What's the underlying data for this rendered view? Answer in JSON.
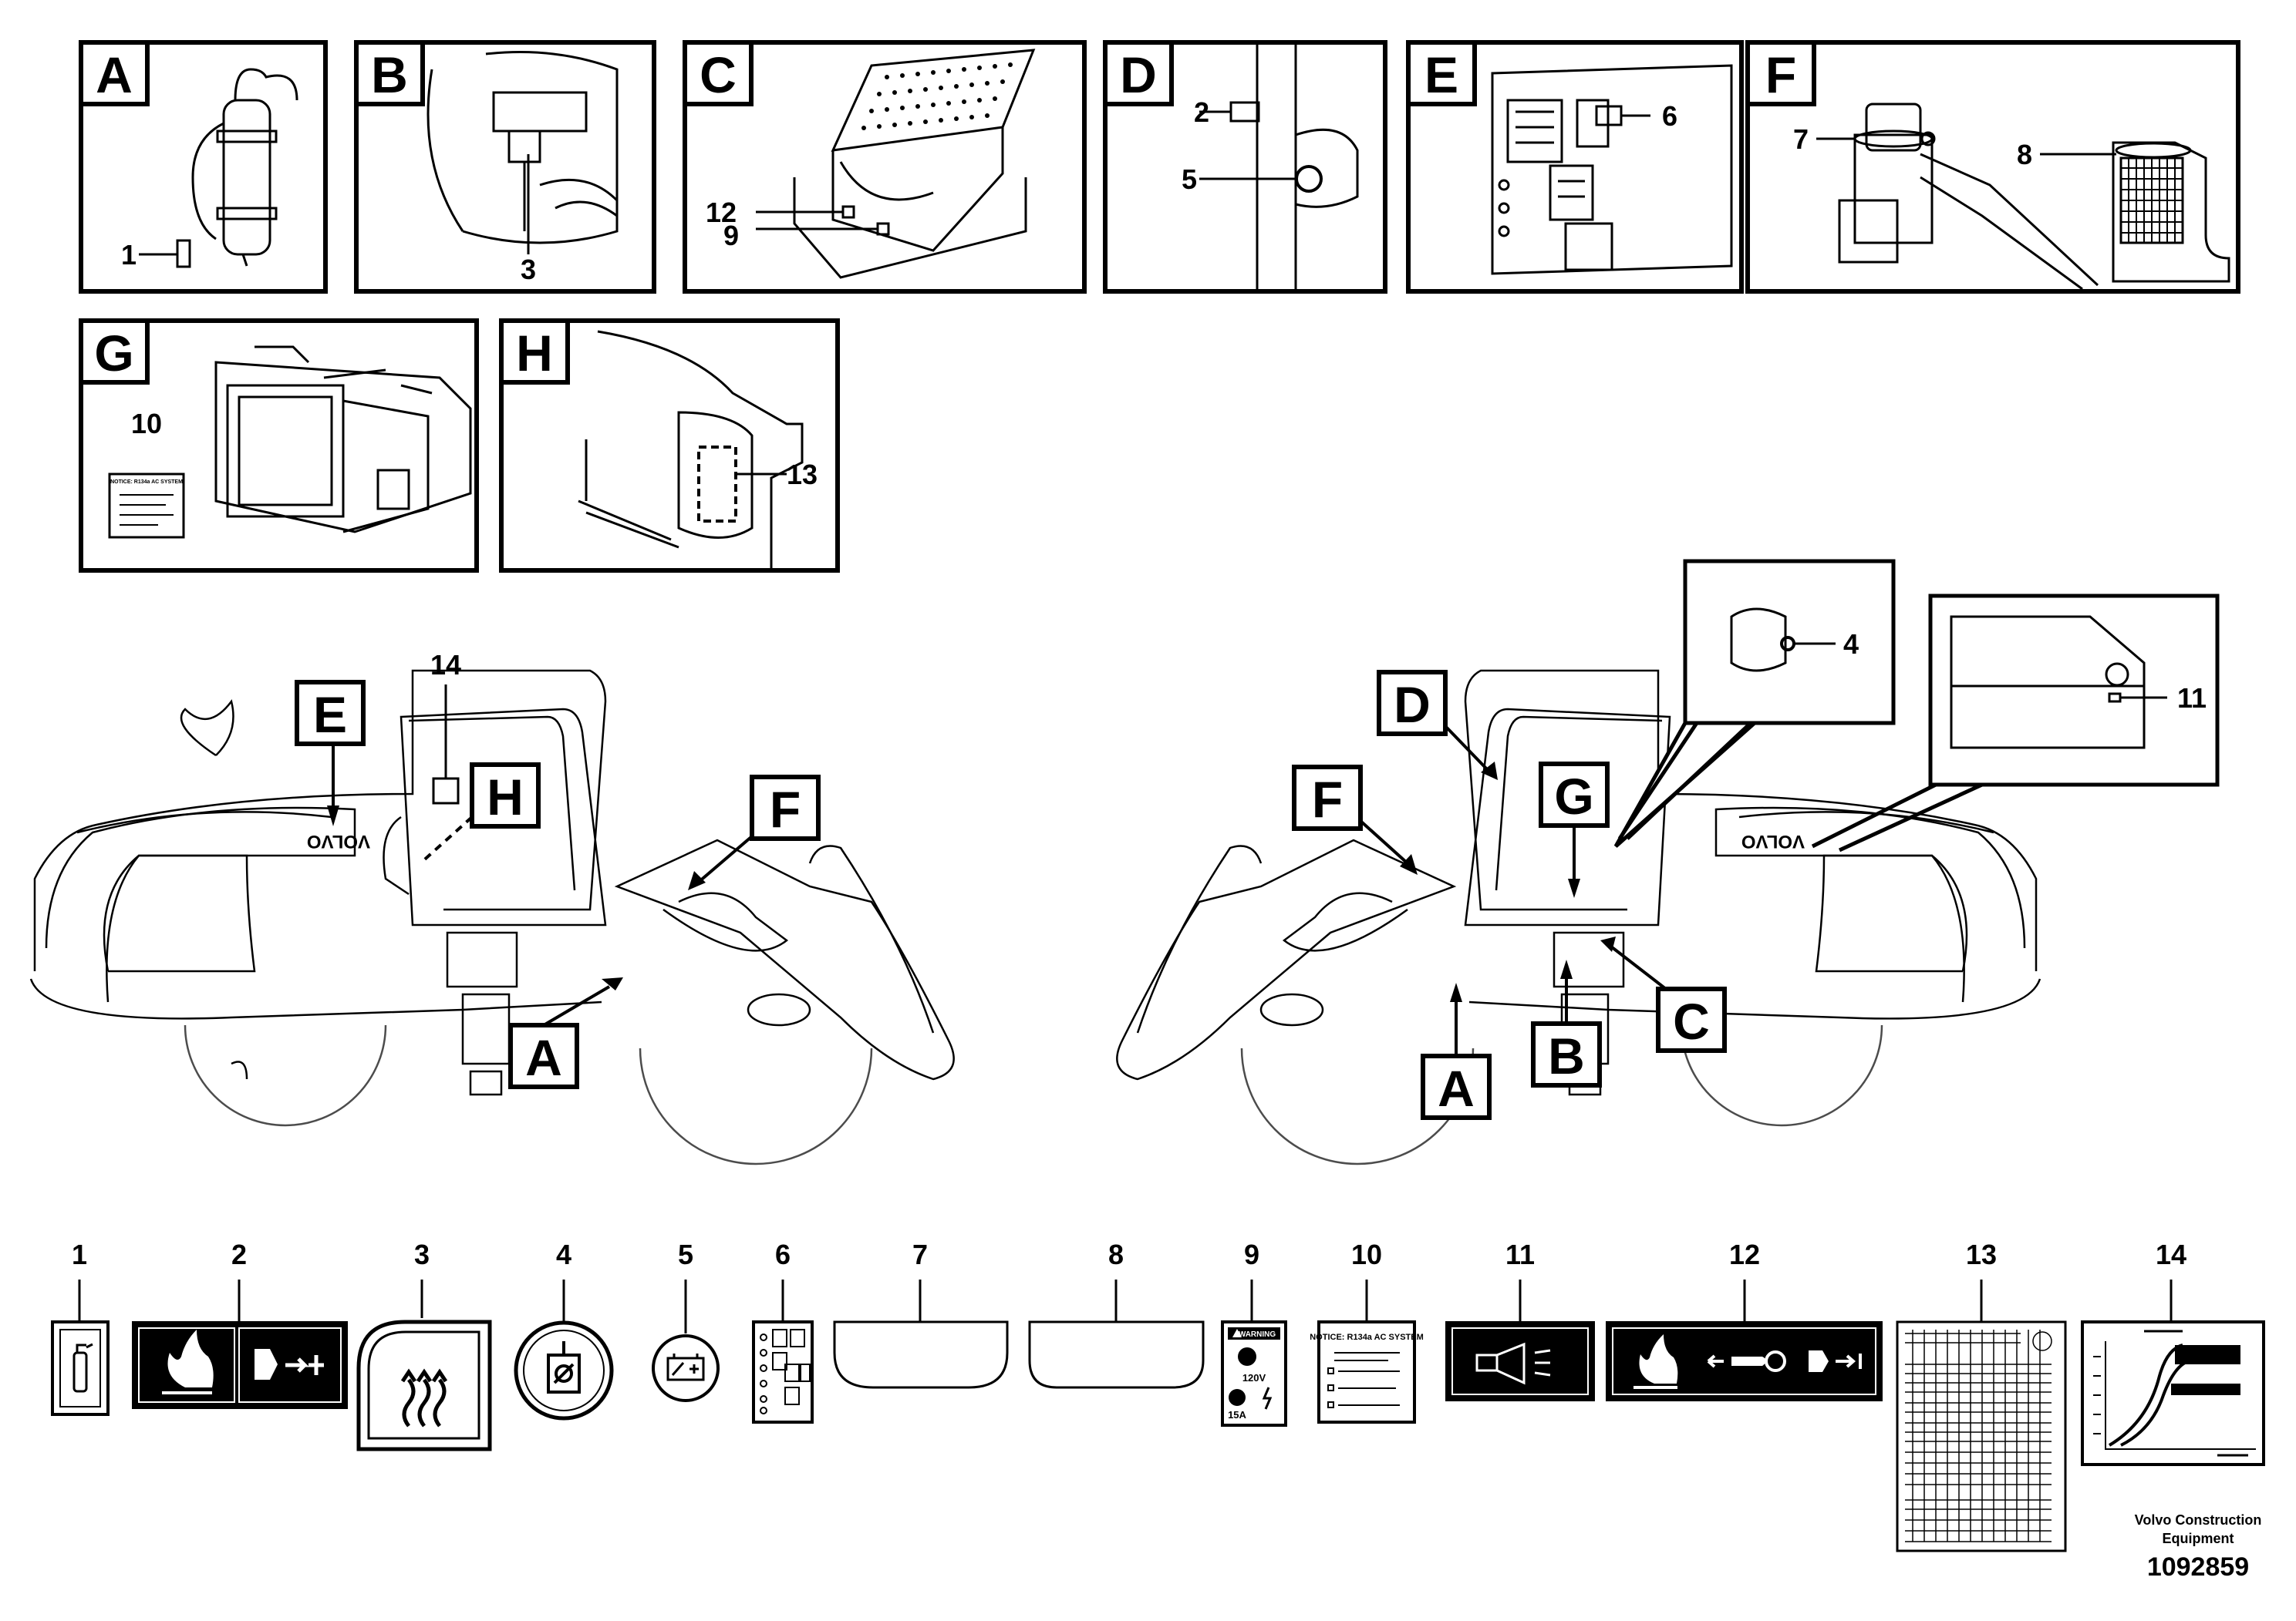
{
  "detail_views": [
    {
      "letter": "A",
      "callouts": [
        "1"
      ]
    },
    {
      "letter": "B",
      "callouts": [
        "3"
      ]
    },
    {
      "letter": "C",
      "callouts": [
        "12",
        "9"
      ]
    },
    {
      "letter": "D",
      "callouts": [
        "2",
        "5"
      ]
    },
    {
      "letter": "E",
      "callouts": [
        "6"
      ]
    },
    {
      "letter": "F",
      "callouts": [
        "7",
        "8"
      ]
    },
    {
      "letter": "G",
      "callouts": [
        "10"
      ]
    },
    {
      "letter": "H",
      "callouts": [
        "13"
      ]
    }
  ],
  "machine_brand_text": "VOLVO",
  "left_machine_callouts": [
    "E",
    "14",
    "H",
    "F",
    "A"
  ],
  "right_machine_callouts": [
    "D",
    "F",
    "G",
    "C",
    "B",
    "A",
    "4",
    "11"
  ],
  "decal_numbers": [
    "1",
    "2",
    "3",
    "4",
    "5",
    "6",
    "7",
    "8",
    "9",
    "10",
    "11",
    "12",
    "13",
    "14"
  ],
  "decal_texts": {
    "d9_warning": "WARNING",
    "d9_volt": "120V",
    "d9_amp": "15A",
    "d10_title": "NOTICE: R134a AC SYSTEM",
    "g_sticker_title": "NOTICE: R134a AC SYSTEM"
  },
  "footer": {
    "brand_line1": "Volvo Construction",
    "brand_line2": "Equipment",
    "doc_number": "1092859"
  }
}
